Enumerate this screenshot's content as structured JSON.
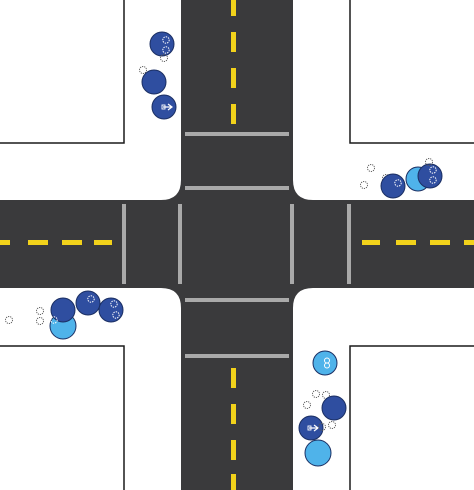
{
  "scene": {
    "type": "traffic-intersection",
    "colors": {
      "background": "#ffffff",
      "road": "#3a3a3c",
      "curb_line": "#1a1a1a",
      "center_dash": "#f2d21b",
      "stop_line": "#a9a9a9",
      "ped_dark": "#2f4ea0",
      "ped_light": "#4fb3ea",
      "ped_outline": "#1b2f63"
    },
    "pedestrian_icons": {
      "arrow": "right-arrow-glyph",
      "gear": "gear-glyph",
      "dots": "dots-glyph"
    },
    "pedestrian_groups": [
      {
        "corner": "north-west",
        "count": 3
      },
      {
        "corner": "north-east",
        "count": 3
      },
      {
        "corner": "south-west",
        "count": 4
      },
      {
        "corner": "south-east",
        "count": 4
      }
    ]
  }
}
